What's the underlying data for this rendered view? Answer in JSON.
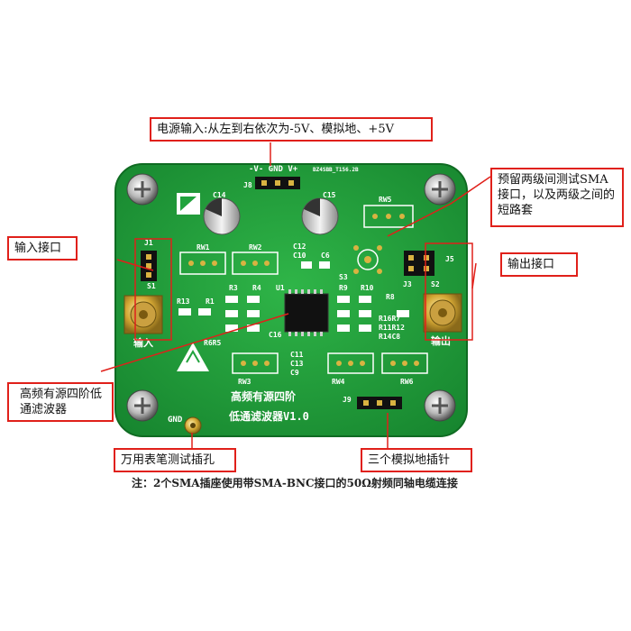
{
  "callouts": {
    "power": "电源输入:从左到右依次为-5V、模拟地、+5V",
    "sma_reserve": "预留两级间测试SMA接口，以及两级之间的短路套",
    "input": "输入接口",
    "output": "输出接口",
    "filter": "高频有源四阶低通滤波器",
    "gnd_probe": "万用表笔测试插孔",
    "gnd_pins": "三个模拟地插针"
  },
  "note": "注：2个SMA插座使用带SMA-BNC接口的50Ω射频同轴电缆连接",
  "board": {
    "title_line1": "高频有源四阶",
    "title_line2": "低通滤波器V1.0",
    "power_header": "-V- GND V+",
    "board_id": "BZ4SBB_T156.2B",
    "gnd_label": "GND",
    "input_label": "输入",
    "output_label": "输出",
    "refdes": {
      "j8": "J8",
      "j1": "J1",
      "j3": "J3",
      "j5": "J5",
      "j9": "J9",
      "s1": "S1",
      "s2": "S2",
      "s3": "S3",
      "c14": "C14",
      "c15": "C15",
      "c12": "C12",
      "c10": "C10",
      "c6": "C6",
      "c16": "C16",
      "c11": "C11",
      "c13": "C13",
      "c9": "C9",
      "rw1": "RW1",
      "rw2": "RW2",
      "rw3": "RW3",
      "rw4": "RW4",
      "rw5": "RW5",
      "rw6": "RW6",
      "r13": "R13",
      "r1": "R1",
      "r3": "R3",
      "r4": "R4",
      "r9": "R9",
      "r10": "R10",
      "r8": "R8",
      "r6r5": "R6R5",
      "r16r7": "R16R7",
      "r11r12": "R11R12",
      "r14c8": "R14C8",
      "u1": "U1"
    },
    "colors": {
      "pcb": "#21a33d",
      "silk": "#ffffff",
      "callout_border": "#e0201a"
    }
  }
}
